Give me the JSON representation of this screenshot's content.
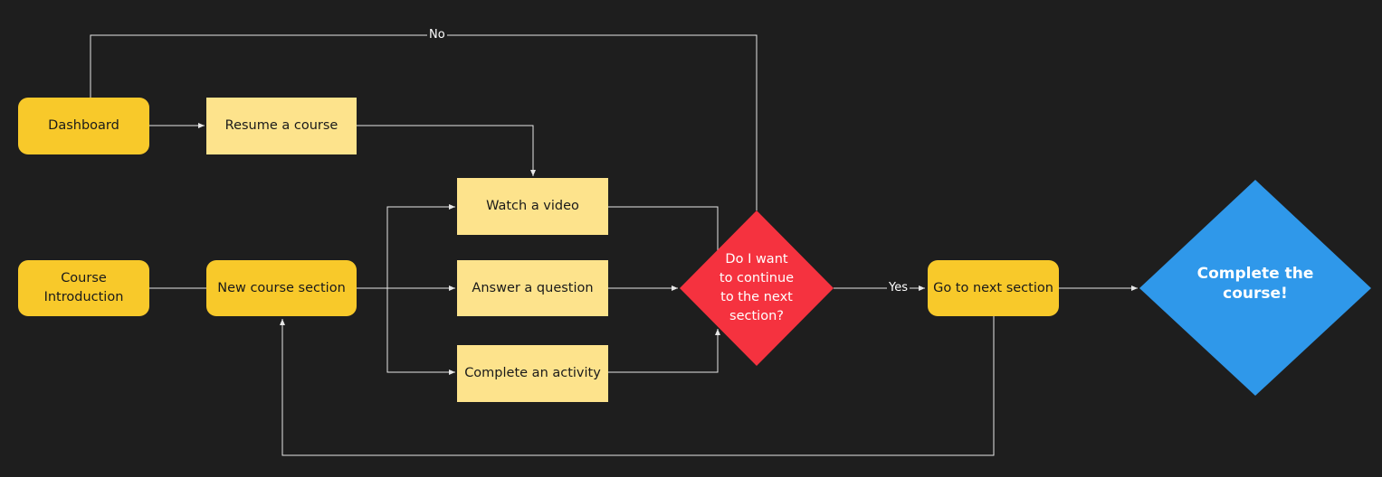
{
  "nodes": {
    "dashboard": "Dashboard",
    "resume": "Resume a course",
    "intro": "Course\nIntroduction",
    "new_section": "New course section",
    "video": "Watch a video",
    "question": "Answer a question",
    "activity": "Complete an activity",
    "decision": "Do I want\nto continue\nto the next\nsection?",
    "next": "Go to next section",
    "complete": "Complete the\ncourse!"
  },
  "edge_labels": {
    "no": "No",
    "yes": "Yes"
  },
  "colors": {
    "background": "#1e1e1e",
    "primary_box": "#f8c92a",
    "secondary_box": "#fde38c",
    "decision": "#f5323f",
    "complete": "#2f98ea",
    "connector": "#e6e6e6"
  }
}
